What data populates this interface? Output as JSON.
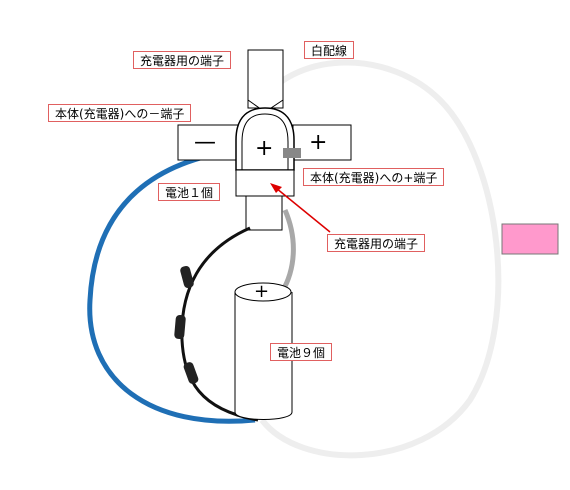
{
  "labels": {
    "charger_terminal_top": "充電器用の端子",
    "white_wire": "白配線",
    "body_minus_terminal": "本体(充電器)への－端子",
    "body_plus_terminal": "本体(充電器)への+端子",
    "battery_one": "電池１個",
    "charger_terminal_arrow": "充電器用の端子",
    "battery_nine": "電池９個"
  },
  "symbols": {
    "minus": "—",
    "plus_center": "+",
    "plus_right": "+",
    "plus_battery": "+"
  },
  "colors": {
    "blue_wire": "#1f6fb5",
    "black_wire": "#111111",
    "gray_wire": "#a8a8a8",
    "white_wire": "#eeeeee",
    "pink_swatch": "#ff99cc",
    "label_border": "#e06060",
    "arrow": "#dd0000"
  }
}
